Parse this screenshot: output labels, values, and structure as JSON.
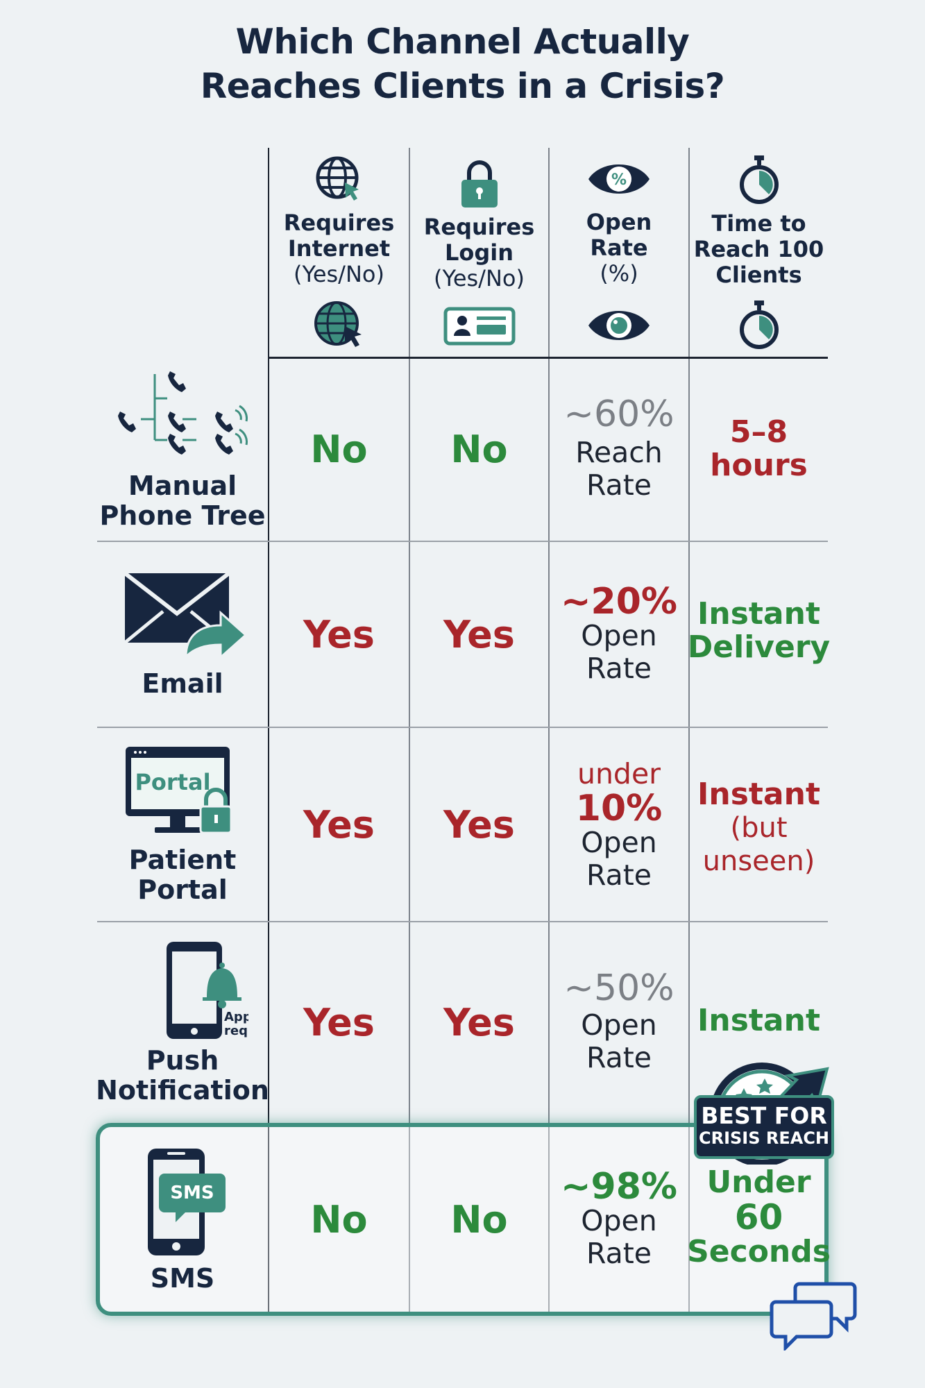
{
  "title": {
    "line1": "Which Channel Actually",
    "line2": "Reaches Clients in a Crisis?"
  },
  "columns": [
    {
      "line1": "Requires",
      "line2": "Internet",
      "line3": "(Yes/No)",
      "icon_top": "globe-cursor-icon",
      "icon_bottom": "globe-cursor-icon"
    },
    {
      "line1": "Requires",
      "line2": "Login",
      "line3": "(Yes/No)",
      "icon_top": "padlock-icon",
      "icon_bottom": "id-card-icon"
    },
    {
      "line1": "Open",
      "line2": "Rate",
      "line3": "(%)",
      "icon_top": "eye-percent-icon",
      "icon_bottom": "eye-icon"
    },
    {
      "line1": "Time to",
      "line2": "Reach 100",
      "line3": "Clients",
      "icon_top": "stopwatch-icon",
      "icon_bottom": "stopwatch-icon"
    }
  ],
  "rows": [
    {
      "line1": "Manual",
      "line2": "Phone Tree",
      "icon": "phone-tree-icon",
      "internet": "No",
      "login": "No",
      "rate_value": "~60%",
      "rate_label1": "Reach",
      "rate_label2": "Rate",
      "time1": "5–8",
      "time2": "hours"
    },
    {
      "line1": "Email",
      "icon": "envelope-forward-icon",
      "internet": "Yes",
      "login": "Yes",
      "rate_value": "~20%",
      "rate_label1": "Open",
      "rate_label2": "Rate",
      "time1": "Instant",
      "time2": "Delivery"
    },
    {
      "line1": "Patient",
      "line2": "Portal",
      "icon": "monitor-lock-icon",
      "icon_text": "Portal",
      "internet": "Yes",
      "login": "Yes",
      "rate_prefix": "under",
      "rate_value": "10%",
      "rate_label1": "Open",
      "rate_label2": "Rate",
      "time1": "Instant",
      "time2": "(but",
      "time3": "unseen)"
    },
    {
      "line1": "Push",
      "line2": "Notification",
      "icon": "phone-bell-icon",
      "icon_text1": "App",
      "icon_text2": "required",
      "internet": "Yes",
      "login": "Yes",
      "rate_value": "~50%",
      "rate_label1": "Open",
      "rate_label2": "Rate",
      "time1": "Instant"
    },
    {
      "line1": "SMS",
      "icon": "phone-sms-icon",
      "icon_text": "SMS",
      "internet": "No",
      "login": "No",
      "rate_value": "~98%",
      "rate_label1": "Open",
      "rate_label2": "Rate",
      "time1": "Under",
      "time2": "60",
      "time3": "Seconds"
    }
  ],
  "badge": {
    "line1": "BEST FOR",
    "line2": "CRISIS REACH",
    "icon": "stars-arrow-badge-icon"
  },
  "corner_icon": "chat-bubbles-icon",
  "colors": {
    "navy": "#17263f",
    "teal": "#3e8f7f",
    "green": "#2c8a3c",
    "red": "#a9252a",
    "gray": "#7b7f85"
  }
}
